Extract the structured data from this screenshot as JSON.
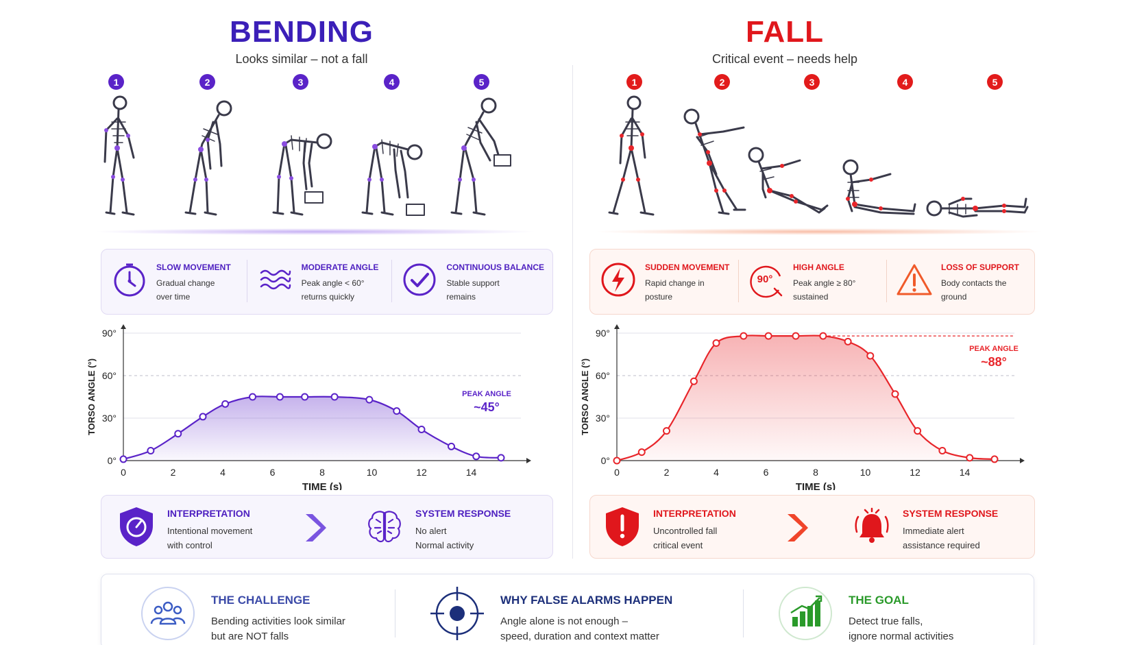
{
  "bending": {
    "title": "BENDING",
    "subtitle": "Looks similar – not a fall",
    "steps": [
      "1",
      "2",
      "3",
      "4",
      "5"
    ],
    "features": [
      {
        "icon": "clock-icon",
        "title": "SLOW MOVEMENT",
        "desc": "Gradual change over time"
      },
      {
        "icon": "wave-icon",
        "title": "MODERATE ANGLE",
        "desc": "Peak angle < 60° returns quickly"
      },
      {
        "icon": "check-circle-icon",
        "title": "CONTINUOUS BALANCE",
        "desc": "Stable support remains"
      }
    ],
    "interpretation": {
      "icon": "shield-gauge-icon",
      "title": "INTERPRETATION",
      "line1": "Intentional movement",
      "line2": "with control"
    },
    "response": {
      "icon": "brain-icon",
      "title": "SYSTEM RESPONSE",
      "line1": "No alert",
      "line2": "Normal activity"
    },
    "accent": "#5a23c8"
  },
  "fall": {
    "title": "FALL",
    "subtitle": "Critical event – needs help",
    "steps": [
      "1",
      "2",
      "3",
      "4",
      "5"
    ],
    "features": [
      {
        "icon": "lightning-icon",
        "title": "SUDDEN MOVEMENT",
        "desc": "Rapid change in posture"
      },
      {
        "icon": "angle-90-icon",
        "title": "HIGH ANGLE",
        "desc": "Peak angle ≥ 80° sustained"
      },
      {
        "icon": "warning-icon",
        "title": "LOSS OF SUPPORT",
        "desc": "Body contacts the ground"
      }
    ],
    "interpretation": {
      "icon": "shield-exclamation-icon",
      "title": "INTERPRETATION",
      "line1": "Uncontrolled fall",
      "line2": "critical event"
    },
    "response": {
      "icon": "alarm-bell-icon",
      "title": "SYSTEM RESPONSE",
      "line1": "Immediate alert",
      "line2": "assistance required"
    },
    "accent": "#e21b1b"
  },
  "footer": {
    "challenge": {
      "icon": "people-icon",
      "title": "THE CHALLENGE",
      "line1": "Bending activities look similar",
      "line2": "but are NOT falls",
      "color": "#3b4aa8"
    },
    "false_alarms": {
      "icon": "crosshair-icon",
      "title": "WHY FALSE ALARMS HAPPEN",
      "line1": "Angle alone is not enough –",
      "line2": "speed, duration and context matter",
      "color": "#1c2f7a"
    },
    "goal": {
      "icon": "bar-chart-icon",
      "title": "THE GOAL",
      "line1": "Detect true falls,",
      "line2": "ignore normal activities",
      "color": "#2a9a2a"
    }
  },
  "chart_data": [
    {
      "type": "area",
      "ylabel": "TORSO ANGLE (°)",
      "xlabel": "TIME (s)",
      "xlim": [
        0,
        16
      ],
      "ylim": [
        0,
        90
      ],
      "xticks": [
        0,
        2,
        4,
        6,
        8,
        10,
        12,
        14
      ],
      "yticks": [
        0,
        30,
        60,
        90
      ],
      "ytick_labels": [
        "0°",
        "30°",
        "60°",
        "90°"
      ],
      "reference_line": 60,
      "x": [
        0,
        1.1,
        2.2,
        3.2,
        4.1,
        5.2,
        6.3,
        7.3,
        8.5,
        9.9,
        11.0,
        12.0,
        13.2,
        14.2,
        15.2
      ],
      "y": [
        1,
        7,
        19,
        31,
        40,
        45,
        45,
        45,
        45,
        43,
        35,
        22,
        10,
        3,
        2
      ],
      "color": "#5a23c8",
      "annotation": {
        "label": "PEAK ANGLE",
        "value": "~45°"
      }
    },
    {
      "type": "area",
      "ylabel": "TORSO ANGLE (°)",
      "xlabel": "TIME (s)",
      "xlim": [
        0,
        16
      ],
      "ylim": [
        0,
        90
      ],
      "xticks": [
        0,
        2,
        4,
        6,
        8,
        10,
        12,
        14
      ],
      "yticks": [
        0,
        30,
        60,
        90
      ],
      "ytick_labels": [
        "0°",
        "30°",
        "60°",
        "90°"
      ],
      "reference_line": 60,
      "x": [
        0,
        1.0,
        2.0,
        3.1,
        4.0,
        5.1,
        6.1,
        7.2,
        8.3,
        9.3,
        10.2,
        11.2,
        12.1,
        13.1,
        14.2,
        15.2
      ],
      "y": [
        0,
        6,
        21,
        56,
        83,
        88,
        88,
        88,
        88,
        84,
        74,
        47,
        21,
        7,
        2,
        1
      ],
      "color": "#e8252a",
      "peak_line": 88,
      "annotation": {
        "label": "PEAK ANGLE",
        "value": "~88°"
      }
    }
  ]
}
